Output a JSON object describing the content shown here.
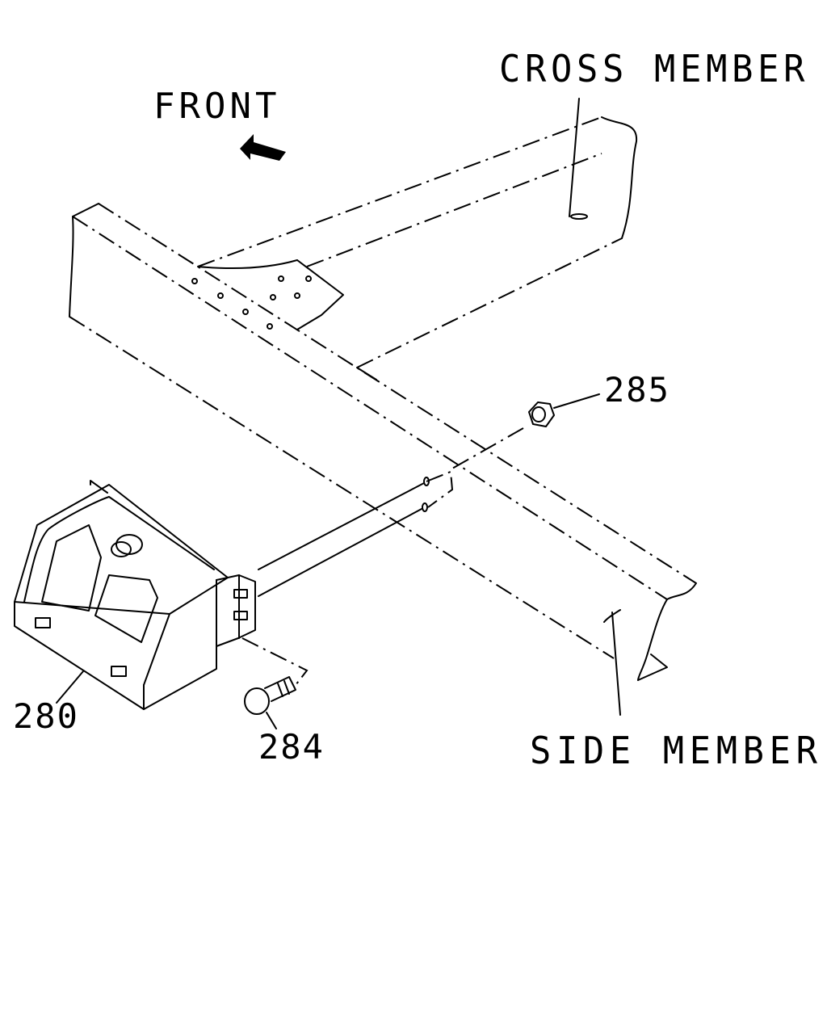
{
  "labels": {
    "cross_member": "CROSS MEMBER",
    "side_member": "SIDE MEMBER",
    "front": "FRONT",
    "part_280": "280",
    "part_284": "284",
    "part_285": "285"
  },
  "icons": {
    "front_arrow": "arrow-up-left-icon"
  },
  "colors": {
    "ink": "#000000",
    "paper": "#ffffff"
  }
}
